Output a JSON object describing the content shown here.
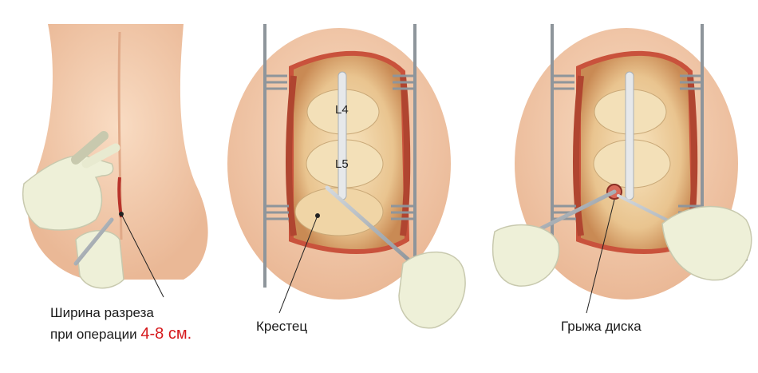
{
  "panels": {
    "incision": {
      "caption_line1": "Ширина разреза",
      "caption_line2_prefix": "при операции",
      "caption_highlight": "4-8 см."
    },
    "exposure": {
      "vertebra_upper": "L4",
      "vertebra_lower": "L5",
      "caption": "Крестец"
    },
    "removal": {
      "caption": "Грыжа диска"
    }
  },
  "colors": {
    "skin": "#f4cfb0",
    "tissue": "#e8a878",
    "bone": "#f3e0b8",
    "muscle": "#c9523c",
    "glove": "#eef0d8",
    "instrument": "#9aa3ab",
    "highlight": "#d6191c"
  }
}
